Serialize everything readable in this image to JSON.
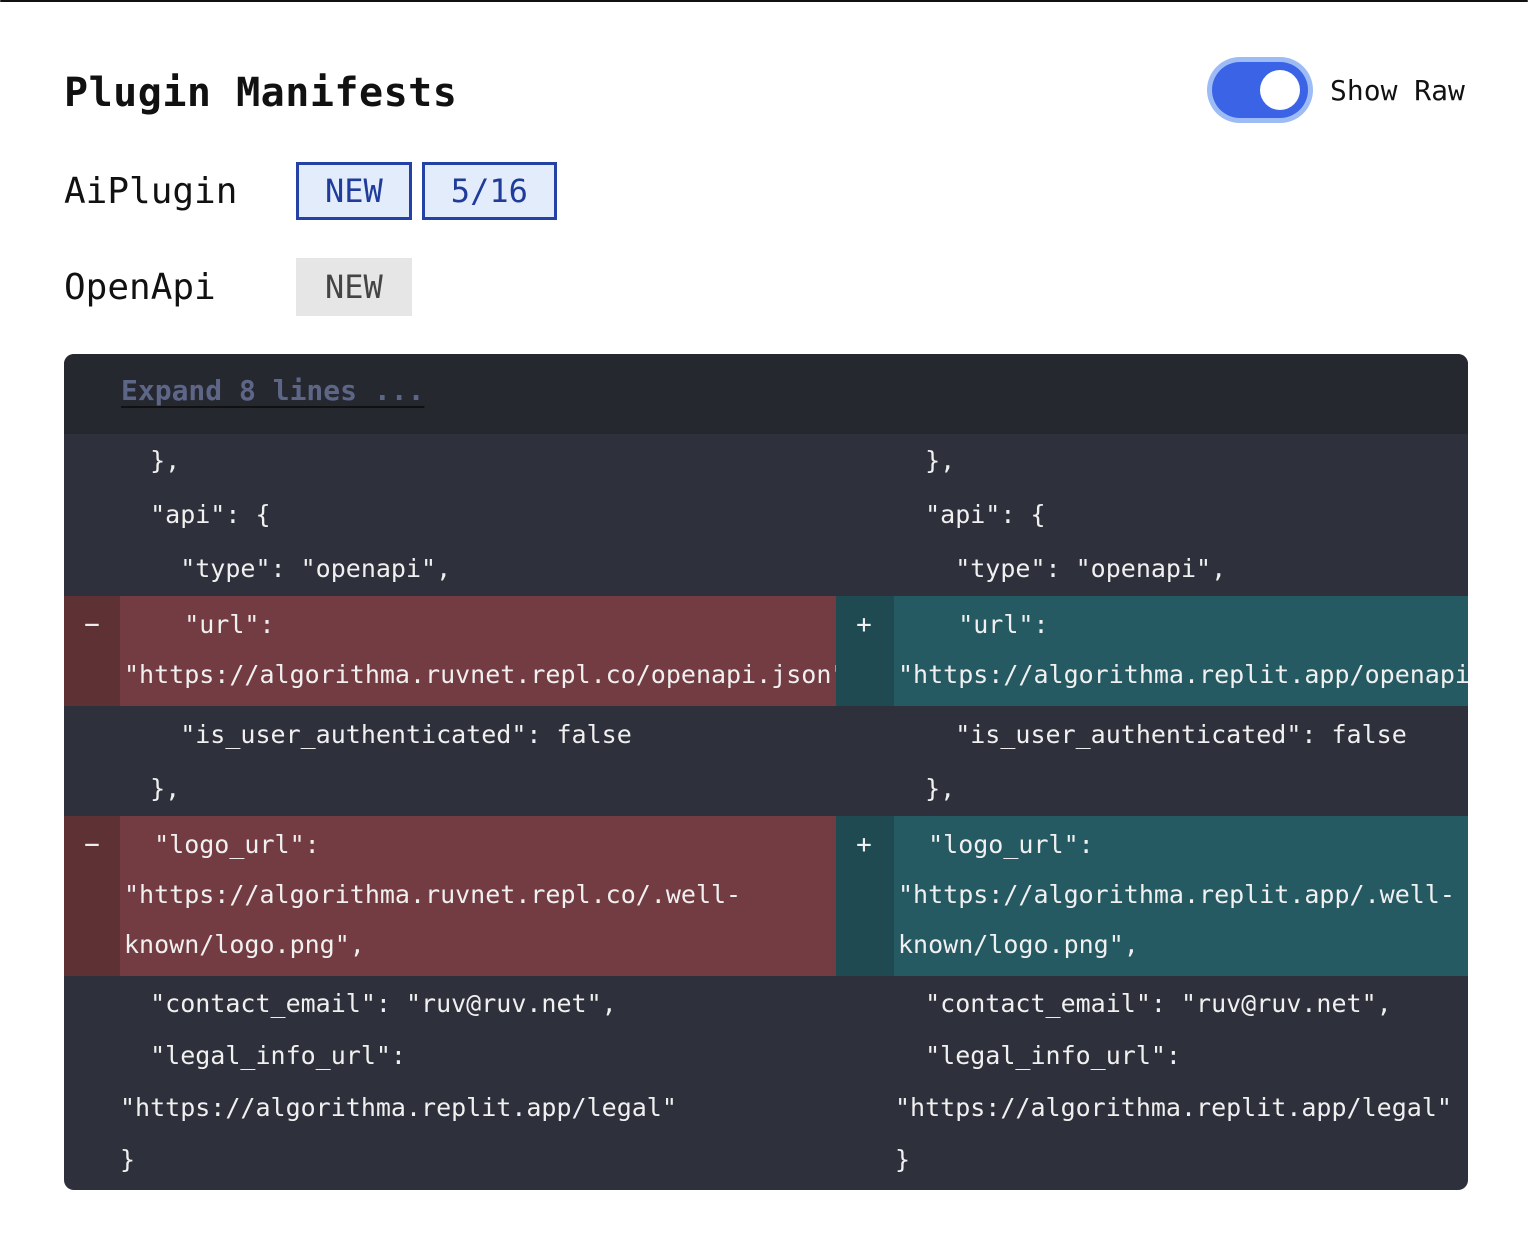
{
  "header": {
    "title": "Plugin Manifests",
    "toggle_label": "Show Raw",
    "toggle_on": true
  },
  "manifests": [
    {
      "name": "AiPlugin",
      "badges": [
        "NEW",
        "5/16"
      ]
    },
    {
      "name": "OpenApi",
      "badges": [
        "NEW"
      ]
    }
  ],
  "colors": {
    "accent": "#3b63e6",
    "removed": "#733c42",
    "added": "#255a63",
    "diff_bg": "#2e303b"
  },
  "diff": {
    "expand_label": "Expand 8 lines ...",
    "ctx1": [
      "  },",
      "  \"api\": {",
      "    \"type\": \"openapi\","
    ],
    "url_block": {
      "removed": [
        "    \"url\":",
        "\"https://algorithma.ruvnet.repl.co/openapi.json\","
      ],
      "added": [
        "    \"url\":",
        "\"https://algorithma.replit.app/openapi.json\","
      ]
    },
    "ctx2": [
      "    \"is_user_authenticated\": false",
      "  },"
    ],
    "logo_block": {
      "removed": [
        "  \"logo_url\":",
        "\"https://algorithma.ruvnet.repl.co/.well-",
        "known/logo.png\","
      ],
      "added": [
        "  \"logo_url\":",
        "\"https://algorithma.replit.app/.well-",
        "known/logo.png\","
      ]
    },
    "ctx3": [
      "  \"contact_email\": \"ruv@ruv.net\",",
      "  \"legal_info_url\":",
      "\"https://algorithma.replit.app/legal\"",
      "}"
    ],
    "minus": "−",
    "plus": "+"
  }
}
